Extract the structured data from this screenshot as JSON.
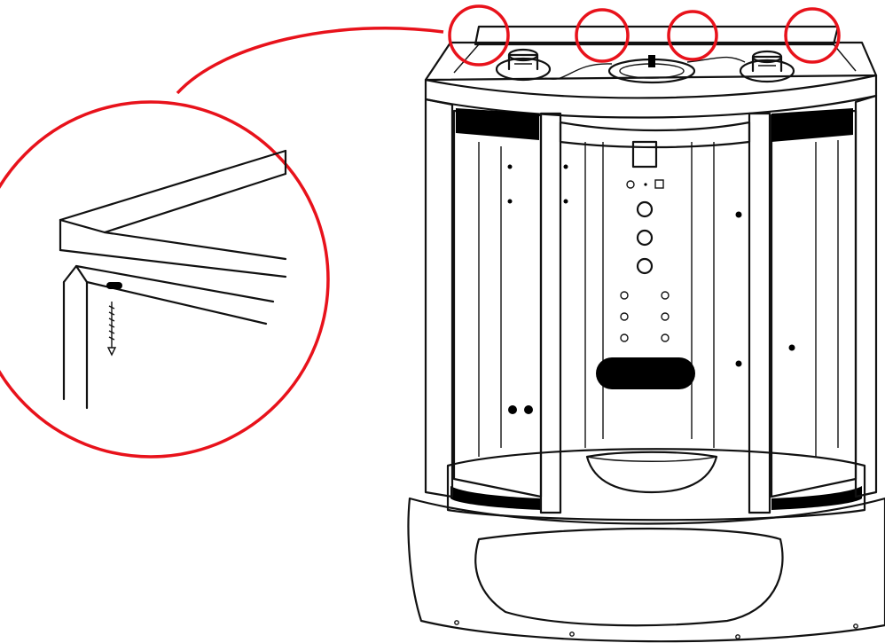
{
  "diagram": {
    "subject": "shower-cabin-top-frame-assembly",
    "highlight_color": "#e8121b",
    "line_color": "#111111",
    "background_color": "#ffffff",
    "callout_count": 4,
    "detail_view": "frame-corner-screw-joint"
  }
}
